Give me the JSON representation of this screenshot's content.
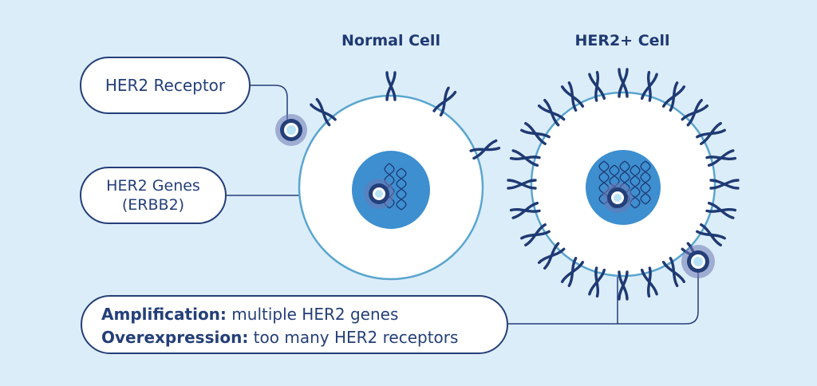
{
  "titles": {
    "normal": "Normal Cell",
    "her2": "HER2+ Cell"
  },
  "callouts": {
    "receptor": "HER2 Receptor",
    "genes_line1": "HER2 Genes",
    "genes_line2": "(ERBB2)",
    "amplification_label": "Amplification:",
    "amplification_text": " multiple HER2 genes",
    "overexpression_label": "Overexpression:",
    "overexpression_text": " too many HER2 receptors"
  },
  "colors": {
    "background": "#dcedfa",
    "navy": "#1f3a73",
    "cell_ring": "#5aa6cf",
    "nucleus": "#3d8fd0",
    "highlight": "#b9e2f7"
  }
}
